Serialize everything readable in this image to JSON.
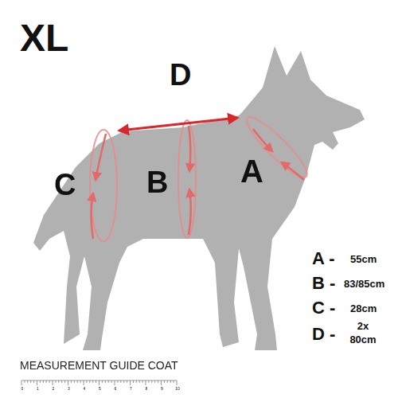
{
  "diagram": {
    "title": "XL",
    "caption": "MEASUREMENT GUIDE COAT",
    "labels": [
      "D",
      "A",
      "B",
      "C",
      "A -",
      "55cm",
      "B -",
      "83/85cm",
      "C -",
      "28cm",
      "D -",
      "2x 80cm",
      "0",
      "1",
      "2",
      "3",
      "4",
      "5",
      "6",
      "7",
      "8",
      "9",
      "10"
    ]
  }
}
